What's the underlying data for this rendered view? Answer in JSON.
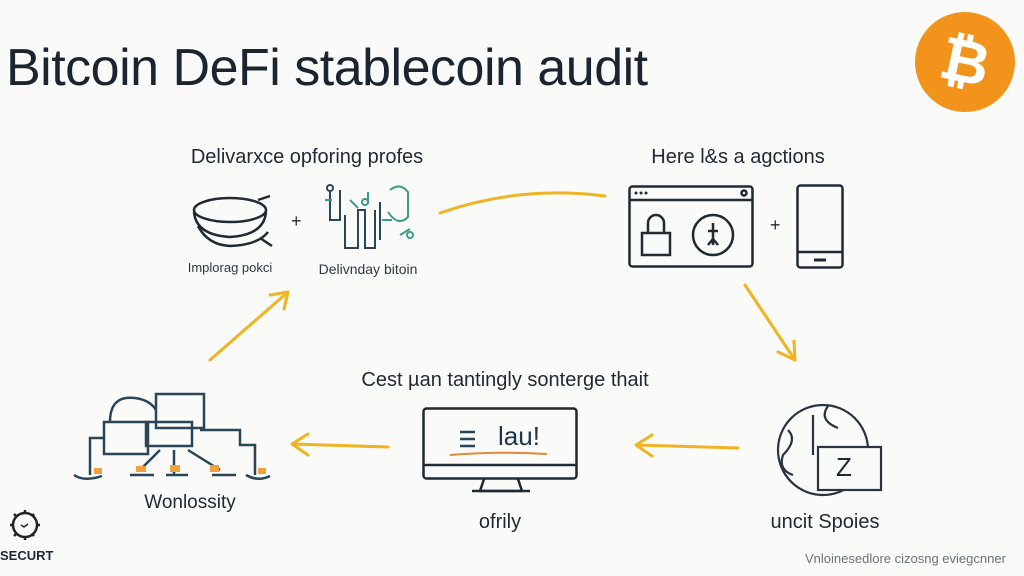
{
  "title": "Bitcoin DeFi stablecoin audit",
  "sections": {
    "top_left": {
      "heading": "Delivarxce opforing profes",
      "label_left": "Implorag pokci",
      "plus": "+",
      "label_right": "Delivnday bitoin"
    },
    "top_right": {
      "heading": "Here l&s a agctions",
      "plus": "+"
    },
    "center": {
      "heading": "Cest µan tantingly sonterge thait",
      "screen_text": "lau!",
      "caption": "ofrily"
    },
    "bottom_left": {
      "caption": "Wonlossity"
    },
    "bottom_right": {
      "caption": "uncit Spoies",
      "glyph": "Z"
    }
  },
  "badge": {
    "label": "SECURT"
  },
  "footer": "Vnloinesedlore cizosng eviegcnner",
  "colors": {
    "arrow": "#f0b324",
    "bitcoin": "#f2931c",
    "ink": "#1f2a33",
    "accent_line": "#e08a3a"
  }
}
